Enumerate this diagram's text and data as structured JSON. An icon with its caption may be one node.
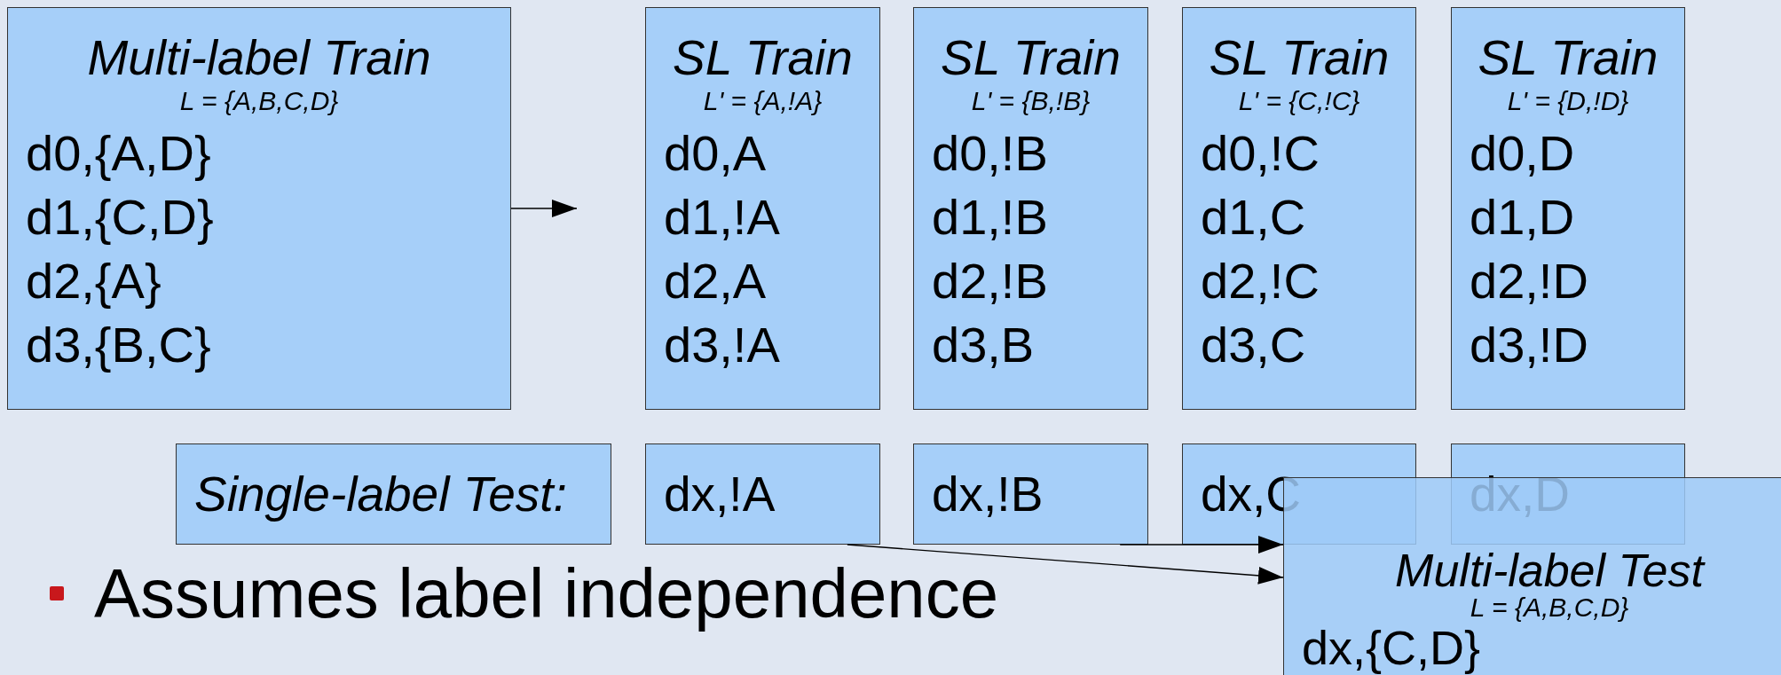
{
  "diagram": {
    "nodes": [
      {
        "text": [
          "Multi-label Train",
          "L = {A,B,C,D}",
          "d0,{A,D}",
          "d1,{C,D}",
          "d2,{A}",
          "d3,{B,C}"
        ]
      },
      {
        "text": [
          "SL Train",
          "L' = {A,!A}",
          "d0,A",
          "d1,!A",
          "d2,A",
          "d3,!A"
        ]
      },
      {
        "text": [
          "SL Train",
          "L' = {B,!B}",
          "d0,!B",
          "d1,!B",
          "d2,!B",
          "d3,B"
        ]
      },
      {
        "text": [
          "SL Train",
          "L' = {C,!C}",
          "d0,!C",
          "d1,C",
          "d2,!C",
          "d3,C"
        ]
      },
      {
        "text": [
          "SL Train",
          "L' = {D,!D}",
          "d0,D",
          "d1,D",
          "d2,!D",
          "d3,!D"
        ]
      },
      {
        "text": [
          "Single-label Test:"
        ]
      },
      {
        "text": [
          "dx,!A"
        ]
      },
      {
        "text": [
          "dx,!B"
        ]
      },
      {
        "text": [
          "dx,C"
        ]
      },
      {
        "text": [
          "dx,D"
        ]
      },
      {
        "text": [
          "Multi-label Test",
          "L = {A,B,C,D}",
          "dx,{C,D}"
        ]
      }
    ],
    "edges": [
      {
        "from": 0,
        "to": null,
        "arrow": "to"
      },
      {
        "from": 6,
        "to": 10,
        "arrow": "to"
      },
      {
        "from": 7,
        "to": 10,
        "arrow": "to"
      }
    ],
    "labels": [
      "Assumes label independence"
    ]
  }
}
